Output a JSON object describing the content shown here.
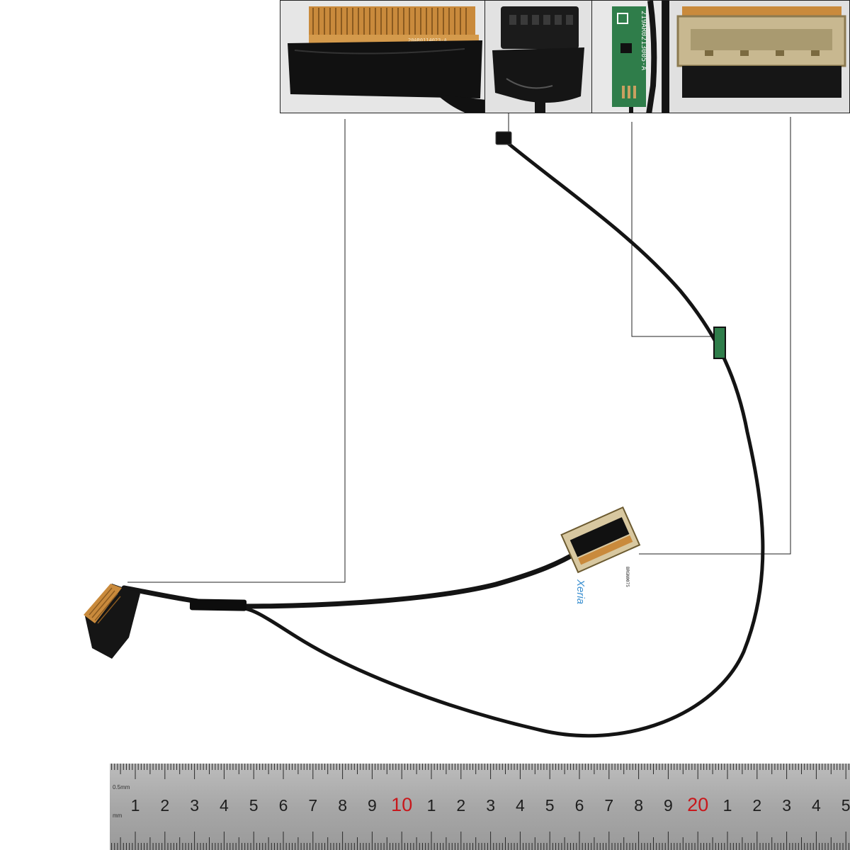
{
  "insets": [
    {
      "id": "inset-connector-large",
      "label_text": "20AR0114023-A"
    },
    {
      "id": "inset-connector-small"
    },
    {
      "id": "inset-pcb-board",
      "label_text": "219AR0213005-A"
    },
    {
      "id": "inset-lcd-connector"
    }
  ],
  "logo": {
    "text": "Xeria"
  },
  "connector_label": {
    "text": "BRGN0075"
  },
  "ruler": {
    "unit_label": "0.5mm",
    "unit_label_2": "mm",
    "numbers": [
      "1",
      "2",
      "3",
      "4",
      "5",
      "6",
      "7",
      "8",
      "9",
      "10",
      "1",
      "2",
      "3",
      "4",
      "5",
      "6",
      "7",
      "8",
      "9",
      "20",
      "1",
      "2",
      "3",
      "4",
      "5"
    ],
    "highlight_numbers": [
      "10",
      "20"
    ],
    "colors": {
      "body": "#a9a9a9",
      "ticks": "#2a2a2a",
      "highlight": "#c8181c"
    }
  },
  "colors": {
    "cable": "#141414",
    "connector_gold": "#c98a3c",
    "pcb_green": "#2f7d4a",
    "callout_line": "#222222"
  }
}
